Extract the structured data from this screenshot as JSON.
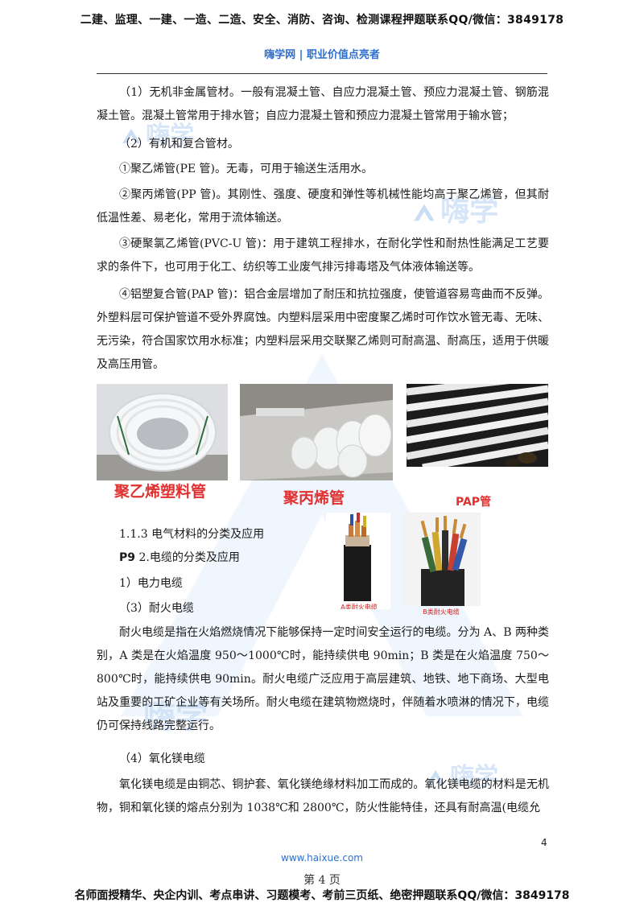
{
  "header": {
    "banner": "二建、监理、一建、一造、二造、安全、消防、咨询、检测课程押题联系QQ/微信：3849178",
    "brand": "嗨学网 | 职业价值点亮者"
  },
  "paragraphs": {
    "p1": "（1）无机非金属管材。一般有混凝土管、自应力混凝土管、预应力混凝土管、钢筋混凝土管。混凝土管常用于排水管；自应力混凝土管和预应力混凝土管常用于输水管；",
    "p2": "（2）有机和复合管材。",
    "p3": "①聚乙烯管(PE 管)。无毒，可用于输送生活用水。",
    "p4": "②聚丙烯管(PP 管)。其刚性、强度、硬度和弹性等机械性能均高于聚乙烯管，但其耐低温性差、易老化，常用于流体输送。",
    "p5": "③硬聚氯乙烯管(PVC-U 管)：用于建筑工程排水，在耐化学性和耐热性能满足工艺要求的条件下，也可用于化工、纺织等工业废气排污排毒塔及气体液体输送等。",
    "p6": "④铝塑复合管(PAP 管)：铝合金层增加了耐压和抗拉强度，使管道容易弯曲而不反弹。外塑料层可保护管道不受外界腐蚀。内塑料层采用中密度聚乙烯时可作饮水管无毒、无味、无污染，符合国家饮用水标准；内塑料层采用交联聚乙烯则可耐高温、耐高压，适用于供暖及高压用管。"
  },
  "pipe_captions": {
    "pe": "聚乙烯塑料管",
    "pp": "聚丙烯管",
    "pap": "PAP管"
  },
  "section": {
    "heading": "1.1.3  电气材料的分类及应用",
    "page_ref": "P9",
    "subheading": "2.电缆的分类及应用",
    "item1": "1）电力电缆",
    "item3": "（3）耐火电缆",
    "fire_text": "耐火电缆是指在火焰燃烧情况下能够保持一定时间安全运行的电缆。分为 A、B 两种类别，A 类是在火焰温度 950～1000℃时，能持续供电 90min；B 类是在火焰温度 750～800℃时，能持续供电 90min。耐火电缆广泛应用于高层建筑、地铁、地下商场、大型电站及重要的工矿企业等有关场所。耐火电缆在建筑物燃烧时，伴随着水喷淋的情况下，电缆仍可保持线路完整运行。",
    "item4": "（4）氧化镁电缆",
    "mgo_text": "氧化镁电缆是由铜芯、铜护套、氧化镁绝缘材料加工而成的。氧化镁电缆的材料是无机物，铜和氧化镁的熔点分别为 1038℃和 2800℃，防火性能特佳，还具有耐高温(电缆允"
  },
  "cable_captions": {
    "a": "A类耐火电缆",
    "b": "B类耐火电缆"
  },
  "watermark": {
    "text": "嗨学"
  },
  "footer": {
    "page_number": "4",
    "site": "www.haixue.com",
    "page_label": "第 4 页",
    "banner": "名师面授精华、央企内训、考点串讲、习题模考、考前三页纸、绝密押题联系QQ/微信：3849178"
  }
}
